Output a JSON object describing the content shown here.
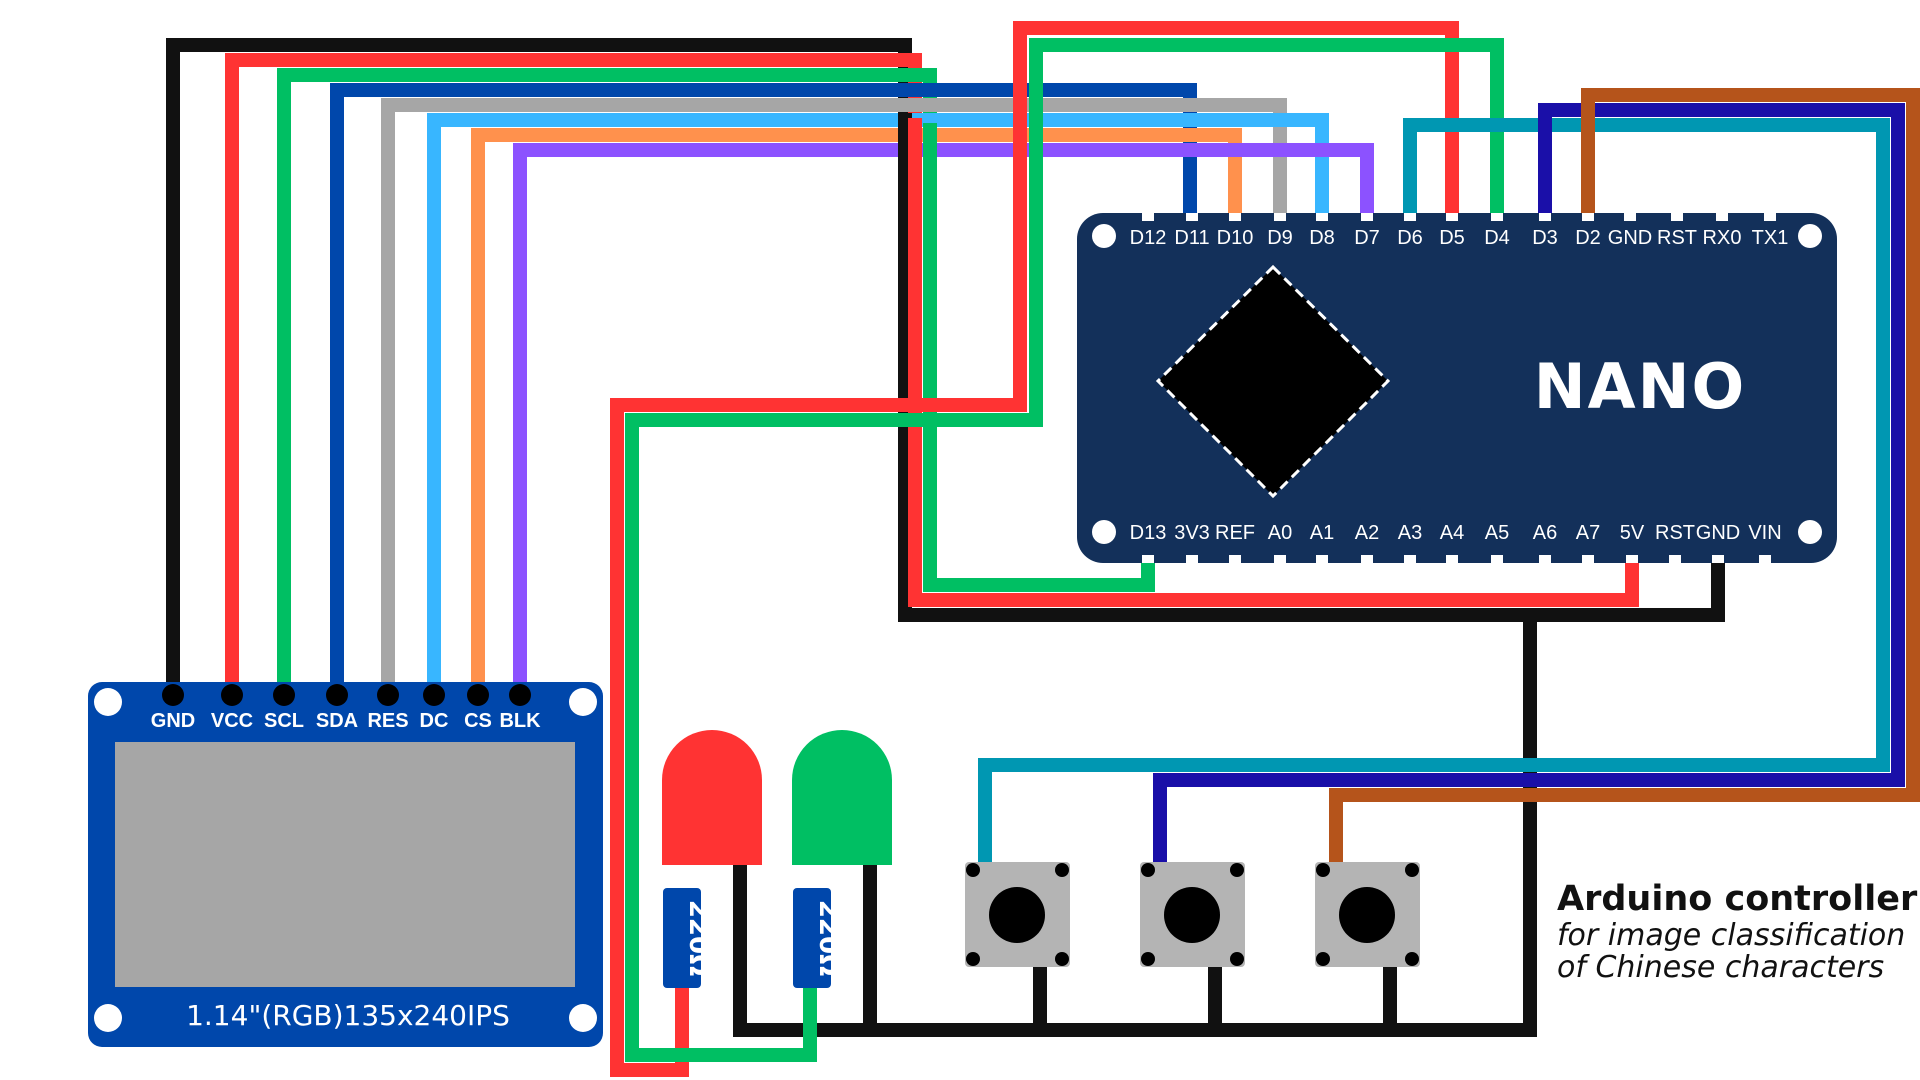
{
  "colors": {
    "black": "#111111",
    "red": "#ff3333",
    "green": "#00bf63",
    "blue_dark": "#0047ab",
    "gray": "#a6a6a6",
    "light_blue": "#38b6ff",
    "orange": "#ff914d",
    "purple": "#8c52ff",
    "teal": "#0097b2",
    "navy": "#1a0fa8",
    "brown": "#b5541b",
    "board": "#13305a",
    "display_board": "#0047ab",
    "screen": "#a6a6a6"
  },
  "nano": {
    "title": "NANO",
    "top_pins": [
      "D12",
      "D11",
      "D10",
      "D9",
      "D8",
      "D7",
      "D6",
      "D5",
      "D4",
      "D3",
      "D2",
      "GND",
      "RST",
      "RX0",
      "TX1"
    ],
    "bottom_pins": [
      "D13",
      "3V3",
      "REF",
      "A0",
      "A1",
      "A2",
      "A3",
      "A4",
      "A5",
      "A6",
      "A7",
      "5V",
      "RST",
      "GND",
      "VIN"
    ]
  },
  "display": {
    "pins": [
      "GND",
      "VCC",
      "SCL",
      "SDA",
      "RES",
      "DC",
      "CS",
      "BLK"
    ],
    "model": "1.14\"(RGB)135x240IPS"
  },
  "leds": [
    {
      "name": "red-led",
      "color": "red",
      "resistor": "220Ω"
    },
    {
      "name": "green-led",
      "color": "green",
      "resistor": "220Ω"
    }
  ],
  "buttons": [
    {
      "name": "button-1",
      "wire_color": "teal"
    },
    {
      "name": "button-2",
      "wire_color": "navy"
    },
    {
      "name": "button-3",
      "wire_color": "brown"
    }
  ],
  "caption": {
    "title": "Arduino controller",
    "line1": "for image classification",
    "line2": "of Chinese characters"
  }
}
